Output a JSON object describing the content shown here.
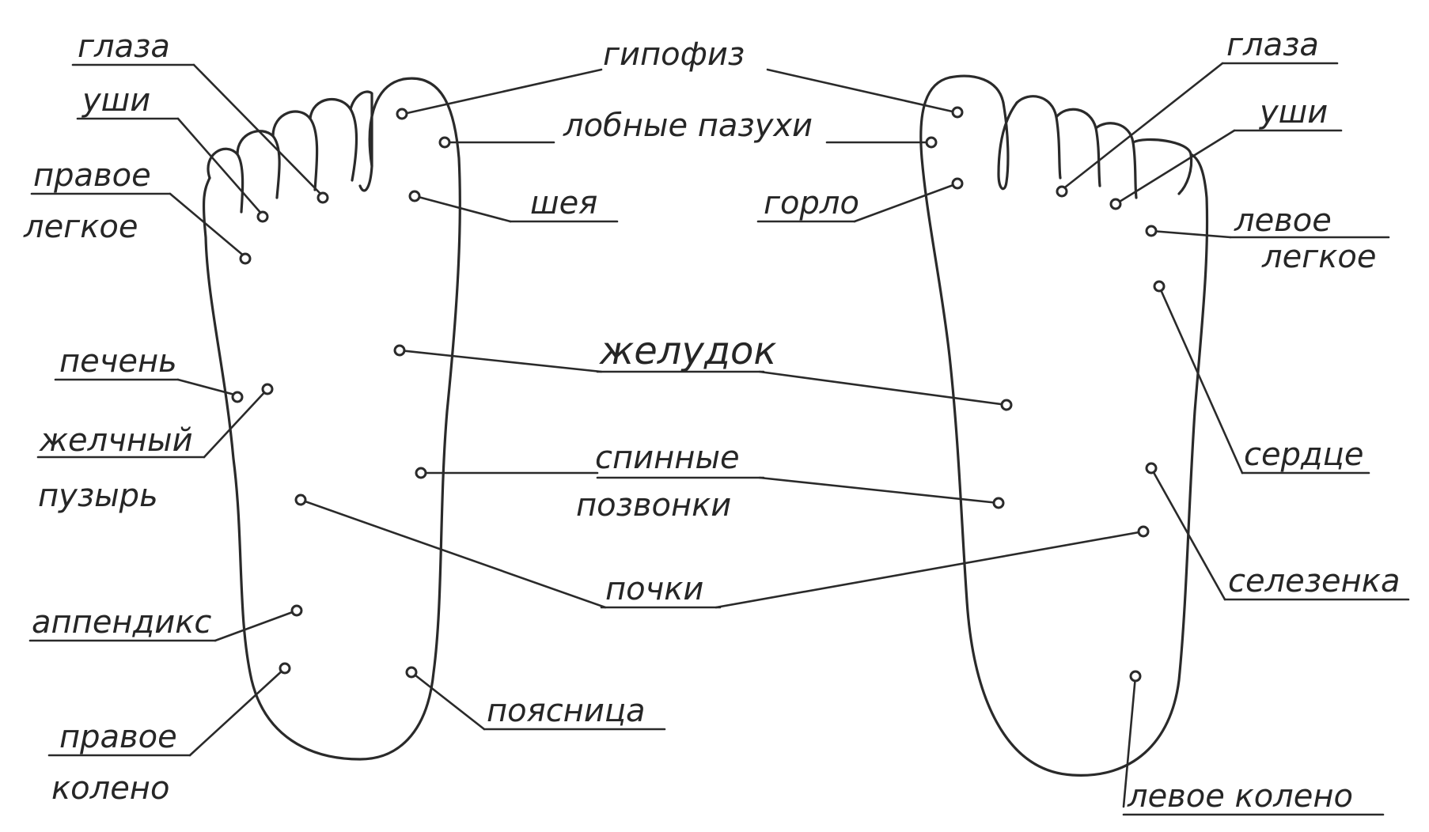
{
  "labels": {
    "glaza_left": "глаза",
    "ushi_left": "уши",
    "pravoe_legkoe_1": "правое",
    "pravoe_legkoe_2": "легкое",
    "gipofiz": "гипофиз",
    "lobnye_pazuhi": "лобные пазухи",
    "sheya": "шея",
    "gorlo": "горло",
    "glaza_right": "глаза",
    "ushi_right": "уши",
    "levoe_legkoe_1": "левое",
    "levoe_legkoe_2": "легкое",
    "pechen": "печень",
    "zhelchny_1": "желчный",
    "zhelchny_2": "пузырь",
    "zheludok": "желудок",
    "spinnye_1": "спинные",
    "spinnye_2": "позвонки",
    "serdce": "сердце",
    "pochki": "почки",
    "selezenka": "селезенка",
    "appendiks": "аппендикс",
    "poyasnica": "поясница",
    "pravoe_koleno_1": "правое",
    "pravoe_koleno_2": "колено",
    "levoe_koleno": "левое колено"
  }
}
